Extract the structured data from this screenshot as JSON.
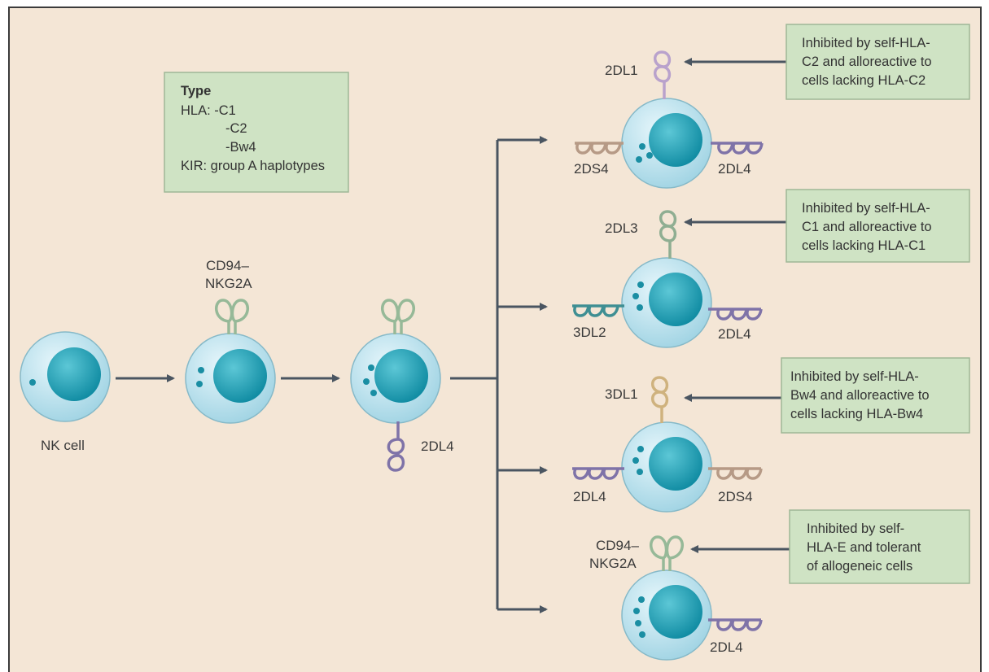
{
  "legend": {
    "title": "Type",
    "lines": [
      "HLA: -C1",
      "-C2",
      "-Bw4",
      "KIR: group A haplotypes"
    ]
  },
  "labels": {
    "nk_cell": "NK cell",
    "cd94_nkg2a": [
      "CD94–",
      "NKG2A"
    ],
    "stage3_receptor": "2DL4"
  },
  "outcomes": [
    {
      "top_receptor": "2DL1",
      "left_receptor": "2DS4",
      "right_receptor": "2DL4",
      "box_lines": [
        "Inhibited by self-HLA-",
        "C2 and alloreactive to",
        "cells lacking HLA-C2"
      ]
    },
    {
      "top_receptor": "2DL3",
      "left_receptor": "3DL2",
      "right_receptor": "2DL4",
      "box_lines": [
        "Inhibited by self-HLA-",
        "C1 and alloreactive to",
        "cells lacking HLA-C1"
      ]
    },
    {
      "top_receptor": "3DL1",
      "left_receptor": "2DL4",
      "right_receptor": "2DS4",
      "box_lines": [
        "Inhibited by self-HLA-",
        "Bw4 and alloreactive to",
        "cells lacking HLA-Bw4"
      ]
    },
    {
      "top_receptor": "CD94– NKG2A",
      "top_receptor_lines": [
        "CD94–",
        "NKG2A"
      ],
      "right_receptor": "2DL4",
      "box_lines": [
        "Inhibited by self-",
        "HLA-E and tolerant",
        "of allogeneic cells"
      ]
    }
  ],
  "colors": {
    "background": "#f4e6d6",
    "cell_outer": "#bfe3ee",
    "cell_nucleus": "#1a9bb0",
    "box_fill": "#cfe3c4",
    "arrow": "#4a5561",
    "receptor_2DL1": "#b9a2cc",
    "receptor_2DL3": "#8fae92",
    "receptor_3DL1": "#cfb27e",
    "receptor_2DS4": "#b69a86",
    "receptor_2DL4": "#7f73a8",
    "receptor_3DL2": "#3f8f93",
    "receptor_CD94": "#96b998"
  }
}
